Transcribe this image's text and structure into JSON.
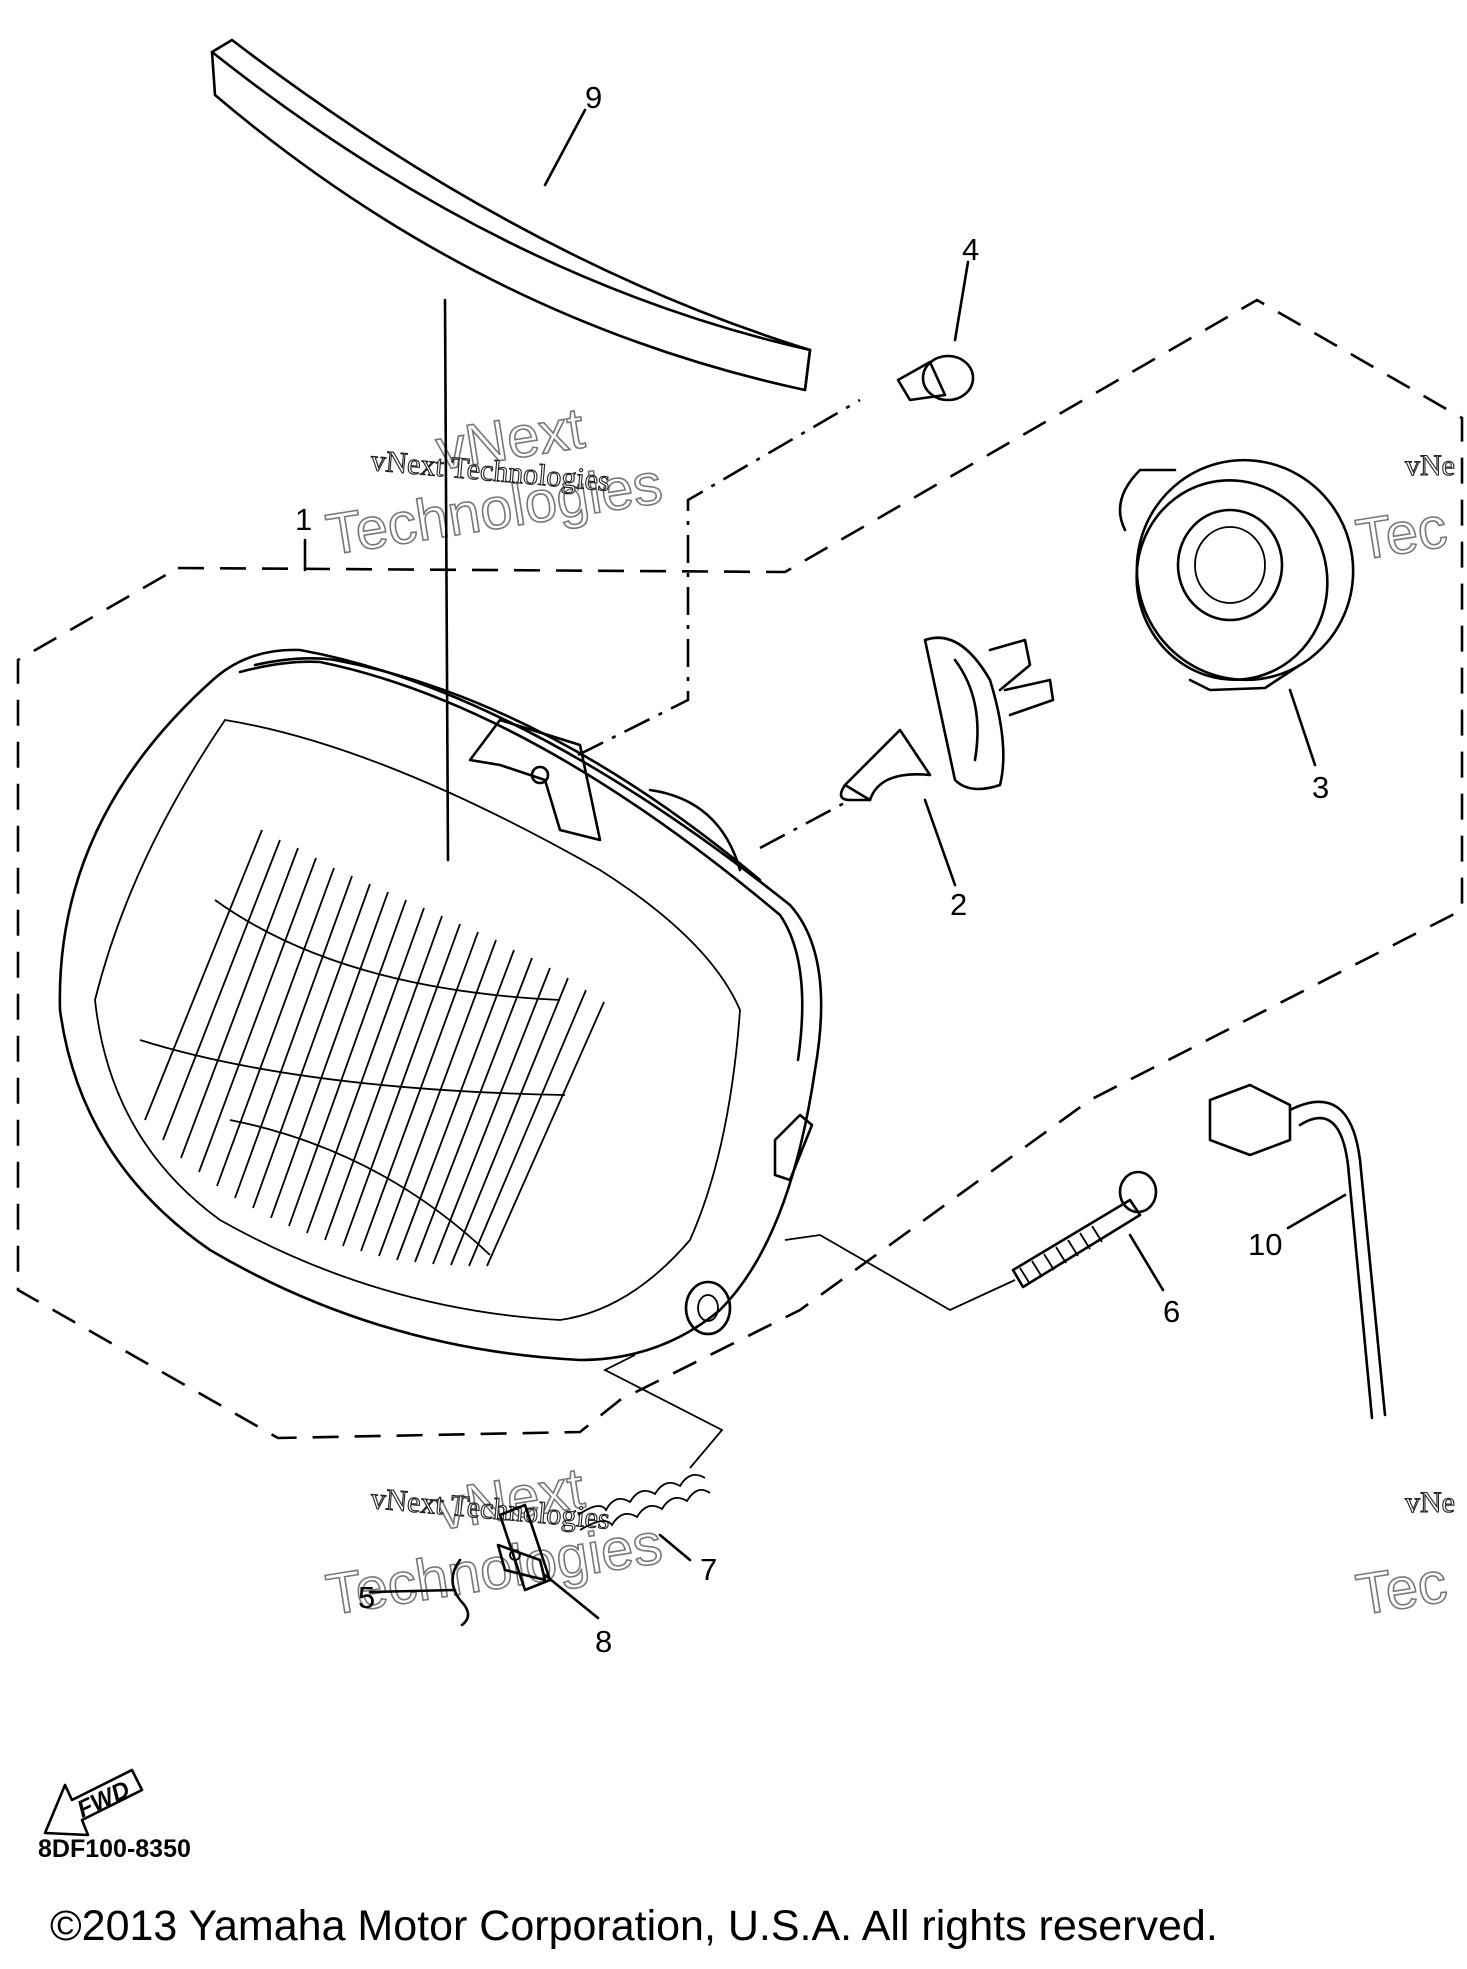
{
  "diagram": {
    "callouts": [
      "1",
      "2",
      "3",
      "4",
      "5",
      "6",
      "7",
      "8",
      "9",
      "10"
    ],
    "watermark": {
      "small_text": "vNext Technologies",
      "big_line1": "vNext",
      "big_line2": "Technologies",
      "edge_small": "vNe",
      "edge_big": "Tec",
      "edge_big2": "Tec"
    },
    "fwd_label": "FWD"
  },
  "footer": {
    "diagram_code": "8DF100-8350",
    "copyright": "©2013 Yamaha Motor Corporation, U.S.A. All rights reserved."
  }
}
